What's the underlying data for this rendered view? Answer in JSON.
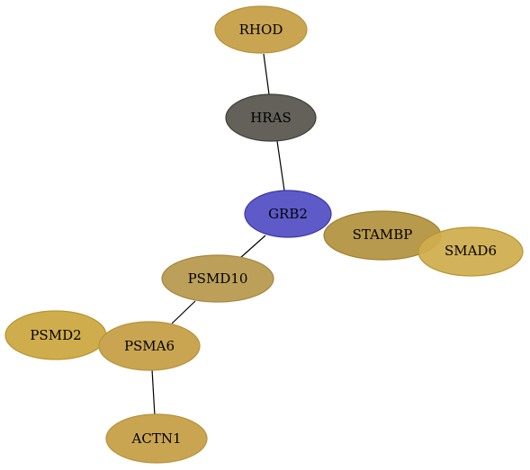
{
  "nodes": {
    "rhod": {
      "label": "RHOD",
      "fill": "#c9a552",
      "stroke": "#b8923a",
      "text": "#000000"
    },
    "hras": {
      "label": "HRAS",
      "fill": "#63615a",
      "stroke": "#3e3d38",
      "text": "#000000"
    },
    "grb2": {
      "label": "GRB2",
      "fill": "#5e5ac8",
      "stroke": "#3b36a8",
      "text": "#000000"
    },
    "stambp": {
      "label": "STAMBP",
      "fill": "#b89a4c",
      "stroke": "#a0802e",
      "text": "#000000"
    },
    "smad6": {
      "label": "SMAD6",
      "fill": "#cfad4c",
      "stroke": "#b8952e",
      "text": "#000000"
    },
    "psmd10": {
      "label": "PSMD10",
      "fill": "#bca05a",
      "stroke": "#a5863c",
      "text": "#000000"
    },
    "psmd2": {
      "label": "PSMD2",
      "fill": "#cfad4c",
      "stroke": "#b8952e",
      "text": "#000000"
    },
    "psma6": {
      "label": "PSMA6",
      "fill": "#c9a552",
      "stroke": "#b8923a",
      "text": "#000000"
    },
    "actn1": {
      "label": "ACTN1",
      "fill": "#c9a552",
      "stroke": "#b8923a",
      "text": "#000000"
    }
  },
  "edges": [
    [
      "rhod",
      "hras"
    ],
    [
      "hras",
      "grb2"
    ],
    [
      "grb2",
      "psmd10"
    ],
    [
      "psmd10",
      "psma6"
    ],
    [
      "psma6",
      "actn1"
    ]
  ]
}
